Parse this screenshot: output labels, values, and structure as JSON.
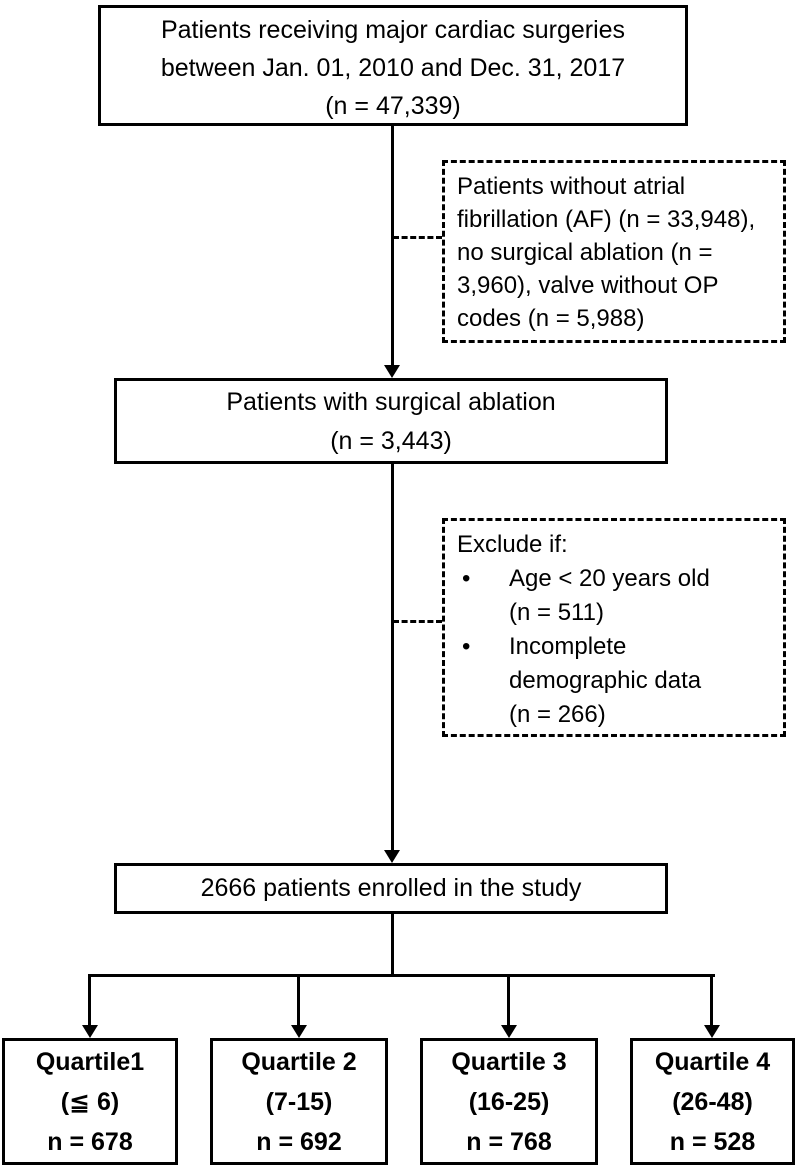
{
  "flow": {
    "top_box": {
      "lines": [
        "Patients receiving major cardiac surgeries",
        "between Jan. 01, 2010 and Dec. 31, 2017",
        "(n = 47,339)"
      ]
    },
    "exclusion_box_1": {
      "lines": [
        "Patients without atrial",
        "fibrillation (AF) (n = 33,948),",
        "no surgical ablation (n =",
        "3,960), valve without OP",
        "codes (n = 5,988)"
      ]
    },
    "ablation_box": {
      "lines": [
        "Patients with surgical ablation",
        "(n = 3,443)"
      ]
    },
    "exclusion_box_2": {
      "title": "Exclude if:",
      "bullet_char": "•",
      "bullets": [
        {
          "lines": [
            "Age < 20 years old",
            "(n = 511)"
          ]
        },
        {
          "lines": [
            "Incomplete",
            "demographic data",
            "(n = 266)"
          ]
        }
      ]
    },
    "enrolled_box": {
      "text": "2666 patients enrolled in the study"
    },
    "quartiles": [
      {
        "label": "Quartile1",
        "range": "(≦ 6)",
        "count": "n = 678"
      },
      {
        "label": "Quartile 2",
        "range": "(7-15)",
        "count": "n = 692"
      },
      {
        "label": "Quartile 3",
        "range": "(16-25)",
        "count": "n = 768"
      },
      {
        "label": "Quartile 4",
        "range": "(26-48)",
        "count": "n = 528"
      }
    ],
    "colors": {
      "line": "#000000",
      "text": "#000000",
      "background": "#ffffff"
    }
  }
}
